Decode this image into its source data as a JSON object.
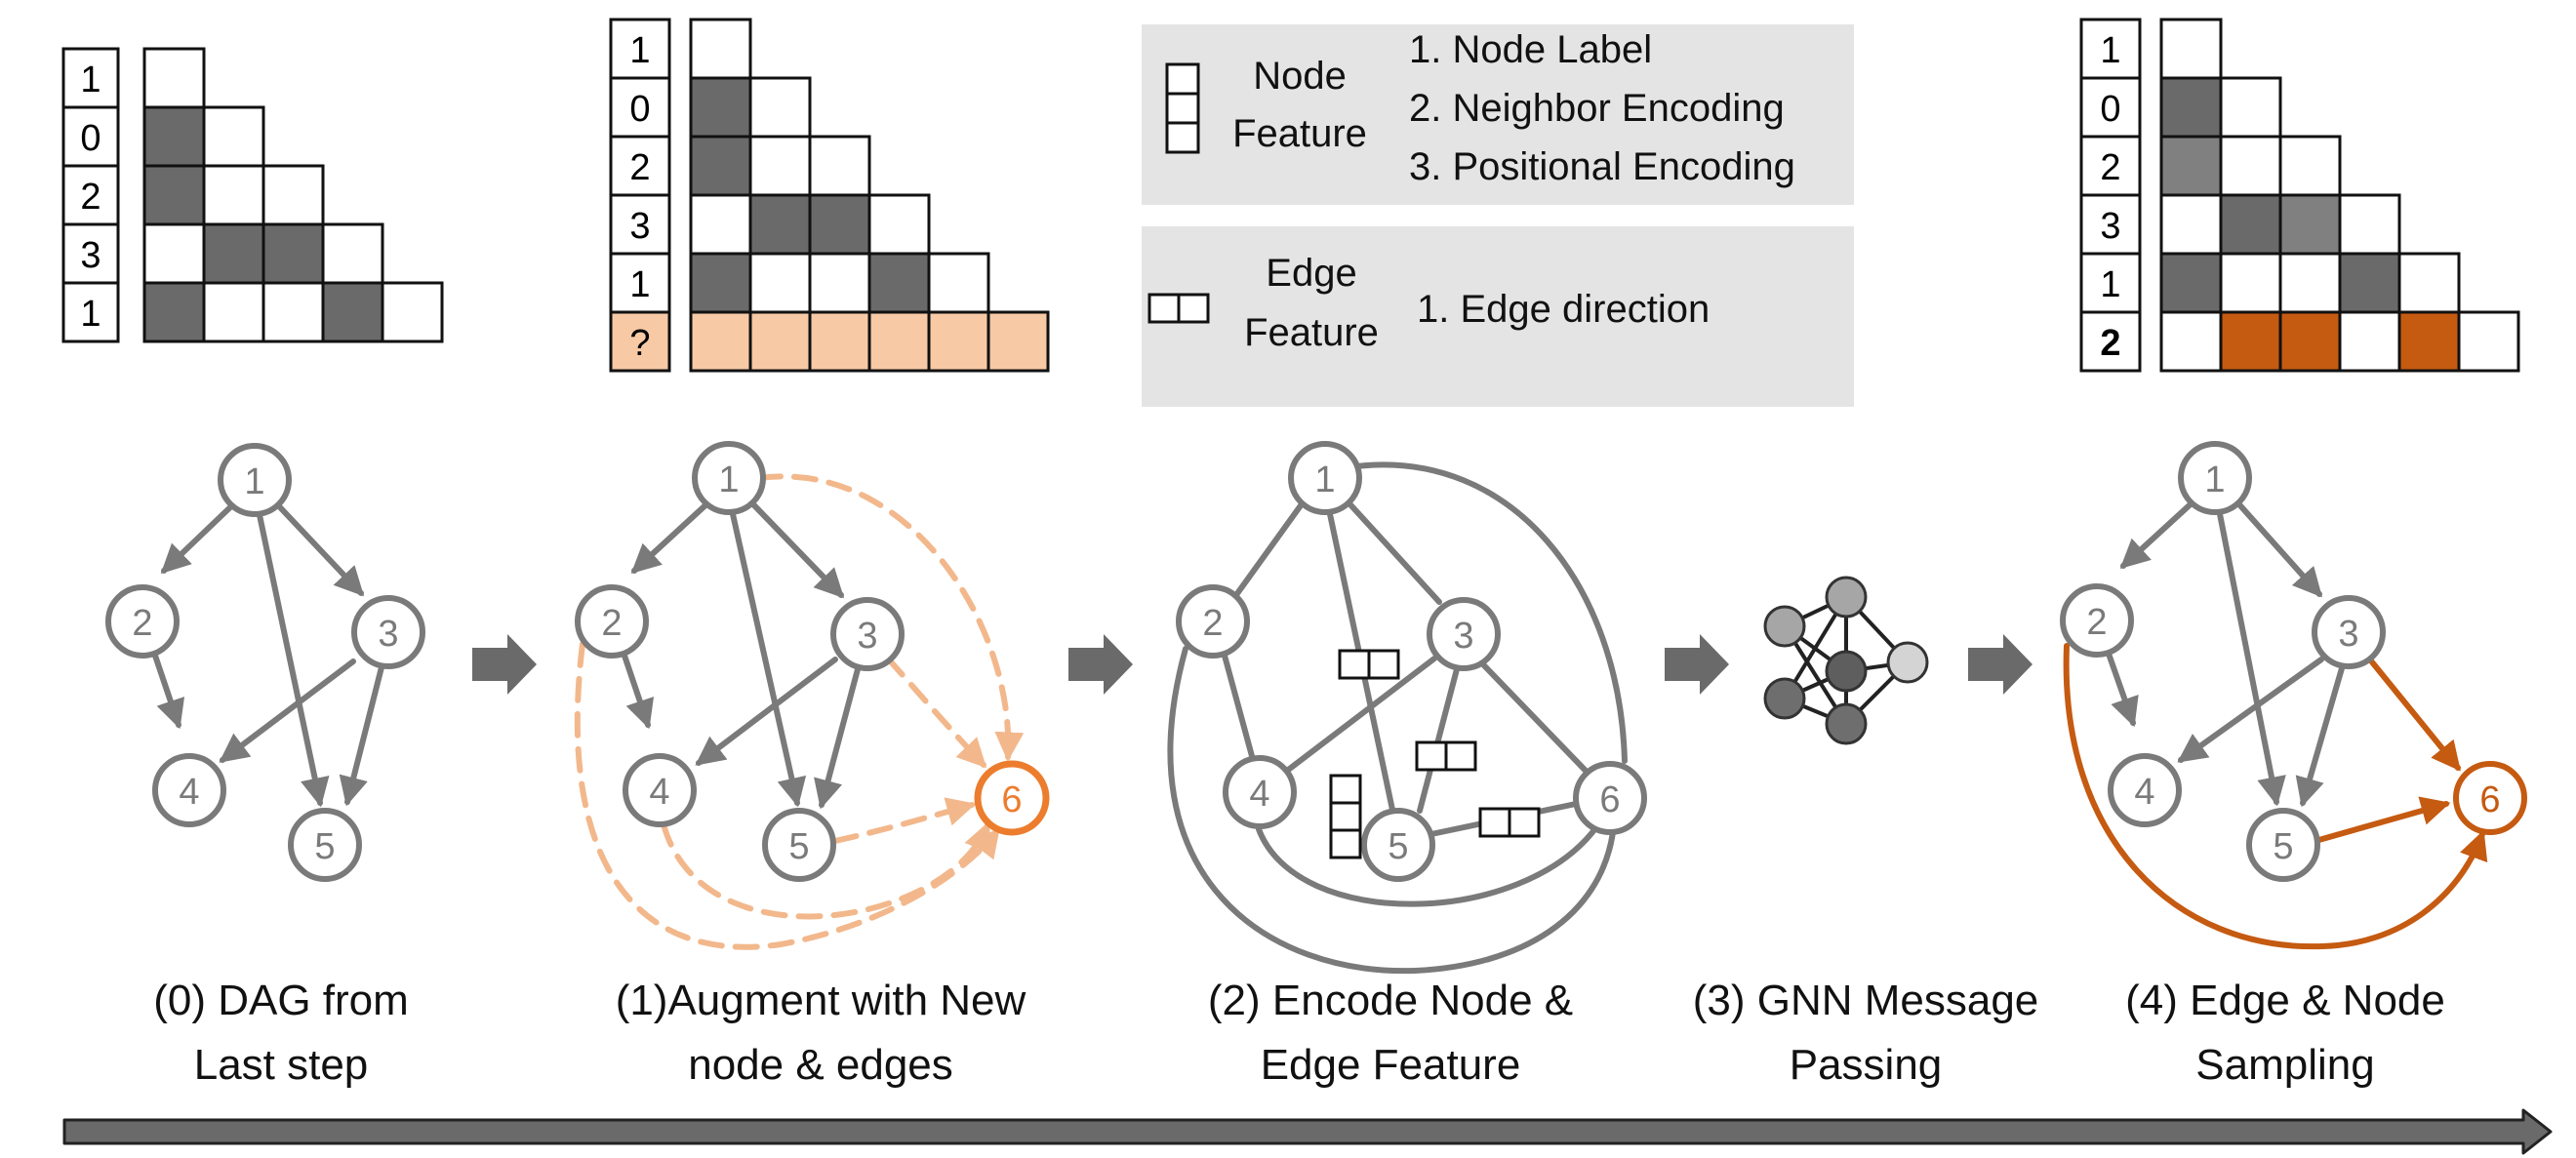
{
  "colors": {
    "node": "#7a7a7a",
    "filled": "#6a6a6a",
    "filled_light": "#808080",
    "peach": "#f7c9a5",
    "peach_edge": "#f2b88c",
    "orange": "#ec7d2e",
    "dark_orange": "#c55a11",
    "panel": "#e4e4e4",
    "arrow": "#6a6a6a"
  },
  "icons": {
    "step_arrow": "right-arrow-icon",
    "gnn": "neural-network-icon",
    "node_feature": "stacked-boxes-icon",
    "edge_feature": "side-by-side-boxes-icon"
  },
  "matrices": [
    {
      "labels": [
        "1",
        "0",
        "2",
        "3",
        "1"
      ],
      "fills": [
        [],
        [
          1
        ],
        [
          1,
          0
        ],
        [
          0,
          1,
          1
        ],
        [
          1,
          0,
          0,
          1
        ]
      ]
    },
    {
      "labels": [
        "1",
        "0",
        "2",
        "3",
        "1",
        "?"
      ],
      "fills": [
        [],
        [
          1
        ],
        [
          1,
          0
        ],
        [
          0,
          1,
          1
        ],
        [
          1,
          0,
          0,
          1
        ],
        [
          2,
          2,
          2,
          2,
          2
        ]
      ]
    },
    {
      "labels": [
        "1",
        "0",
        "2",
        "3",
        "1",
        "2"
      ],
      "fills": [
        [],
        [
          1
        ],
        [
          3,
          0
        ],
        [
          0,
          1,
          3
        ],
        [
          1,
          0,
          0,
          1
        ],
        [
          0,
          4,
          4,
          0,
          4,
          0
        ]
      ]
    }
  ],
  "legend": {
    "node_feature_title": [
      "Node",
      "Feature"
    ],
    "node_feature_items": [
      "1. Node Label",
      "2. Neighbor Encoding",
      "3. Positional Encoding"
    ],
    "edge_feature_title": [
      "Edge",
      "Feature"
    ],
    "edge_feature_items": [
      "1. Edge direction"
    ]
  },
  "graphs": {
    "g0": {
      "nodes": [
        "1",
        "2",
        "3",
        "4",
        "5"
      ],
      "edges": [
        [
          "1",
          "2"
        ],
        [
          "1",
          "3"
        ],
        [
          "1",
          "5"
        ],
        [
          "2",
          "4"
        ],
        [
          "3",
          "4"
        ],
        [
          "3",
          "5"
        ]
      ]
    },
    "g1": {
      "nodes": [
        "1",
        "2",
        "3",
        "4",
        "5",
        "6"
      ],
      "edges": [
        [
          "1",
          "2"
        ],
        [
          "1",
          "3"
        ],
        [
          "1",
          "5"
        ],
        [
          "2",
          "4"
        ],
        [
          "3",
          "4"
        ],
        [
          "3",
          "5"
        ]
      ],
      "candidate_edges": [
        [
          "1",
          "6"
        ],
        [
          "2",
          "6"
        ],
        [
          "3",
          "6"
        ],
        [
          "4",
          "6"
        ],
        [
          "5",
          "6"
        ]
      ]
    },
    "g2": {
      "nodes": [
        "1",
        "2",
        "3",
        "4",
        "5",
        "6"
      ],
      "edges": [
        [
          "1",
          "2"
        ],
        [
          "1",
          "3"
        ],
        [
          "1",
          "5"
        ],
        [
          "2",
          "4"
        ],
        [
          "3",
          "4"
        ],
        [
          "3",
          "5"
        ],
        [
          "1",
          "6"
        ],
        [
          "2",
          "6"
        ],
        [
          "3",
          "6"
        ],
        [
          "4",
          "6"
        ],
        [
          "5",
          "6"
        ]
      ]
    },
    "g4": {
      "nodes": [
        "1",
        "2",
        "3",
        "4",
        "5",
        "6"
      ],
      "edges": [
        [
          "1",
          "2"
        ],
        [
          "1",
          "3"
        ],
        [
          "1",
          "5"
        ],
        [
          "2",
          "4"
        ],
        [
          "3",
          "4"
        ],
        [
          "3",
          "5"
        ]
      ],
      "sampled_edges": [
        [
          "2",
          "6"
        ],
        [
          "3",
          "6"
        ],
        [
          "5",
          "6"
        ]
      ]
    }
  },
  "captions": [
    [
      "(0) DAG from",
      "Last step"
    ],
    [
      "(1)Augment with New",
      "node & edges"
    ],
    [
      "(2) Encode Node &",
      "Edge Feature"
    ],
    [
      "(3) GNN Message",
      "Passing"
    ],
    [
      "(4) Edge & Node",
      "Sampling"
    ]
  ]
}
